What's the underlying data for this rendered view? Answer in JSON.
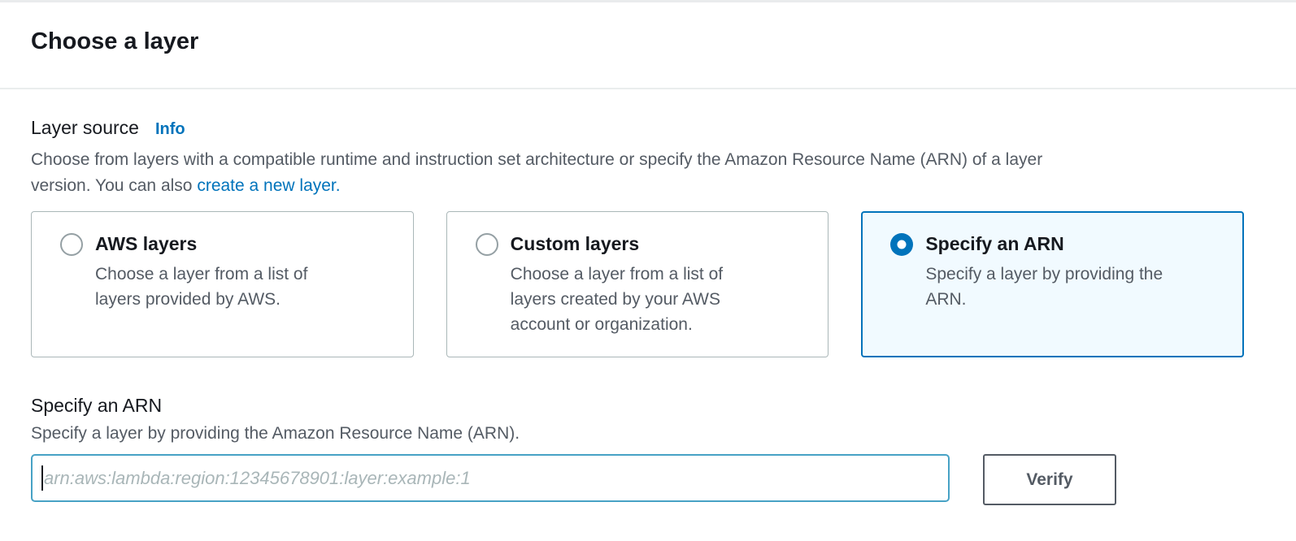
{
  "header": {
    "title": "Choose a layer"
  },
  "layer_source": {
    "label": "Layer source",
    "info_label": "Info",
    "description_line1": "Choose from layers with a compatible runtime and instruction set architecture or specify the Amazon Resource Name (ARN) of a layer",
    "description_line2": "version. You can also",
    "create_link_label": "create a new layer."
  },
  "options": [
    {
      "title": "AWS layers",
      "description": "Choose a layer from a list of layers provided by AWS.",
      "selected": false
    },
    {
      "title": "Custom layers",
      "description": "Choose a layer from a list of layers created by your AWS account or organization.",
      "selected": false
    },
    {
      "title": "Specify an ARN",
      "description": "Specify a layer by providing the ARN.",
      "selected": true
    }
  ],
  "arn_section": {
    "title": "Specify an ARN",
    "description": "Specify a layer by providing the Amazon Resource Name (ARN).",
    "input_value": "",
    "input_placeholder": "arn:aws:lambda:region:12345678901:layer:example:1",
    "verify_label": "Verify"
  },
  "colors": {
    "accent_blue": "#0073bb",
    "selected_card_bg": "#f1faff",
    "selected_card_border": "#0073bb",
    "input_focus_border": "#47a2c5",
    "text_primary": "#16191f",
    "text_secondary": "#545b64",
    "divider": "#eaeded",
    "button_border": "#545b64"
  }
}
